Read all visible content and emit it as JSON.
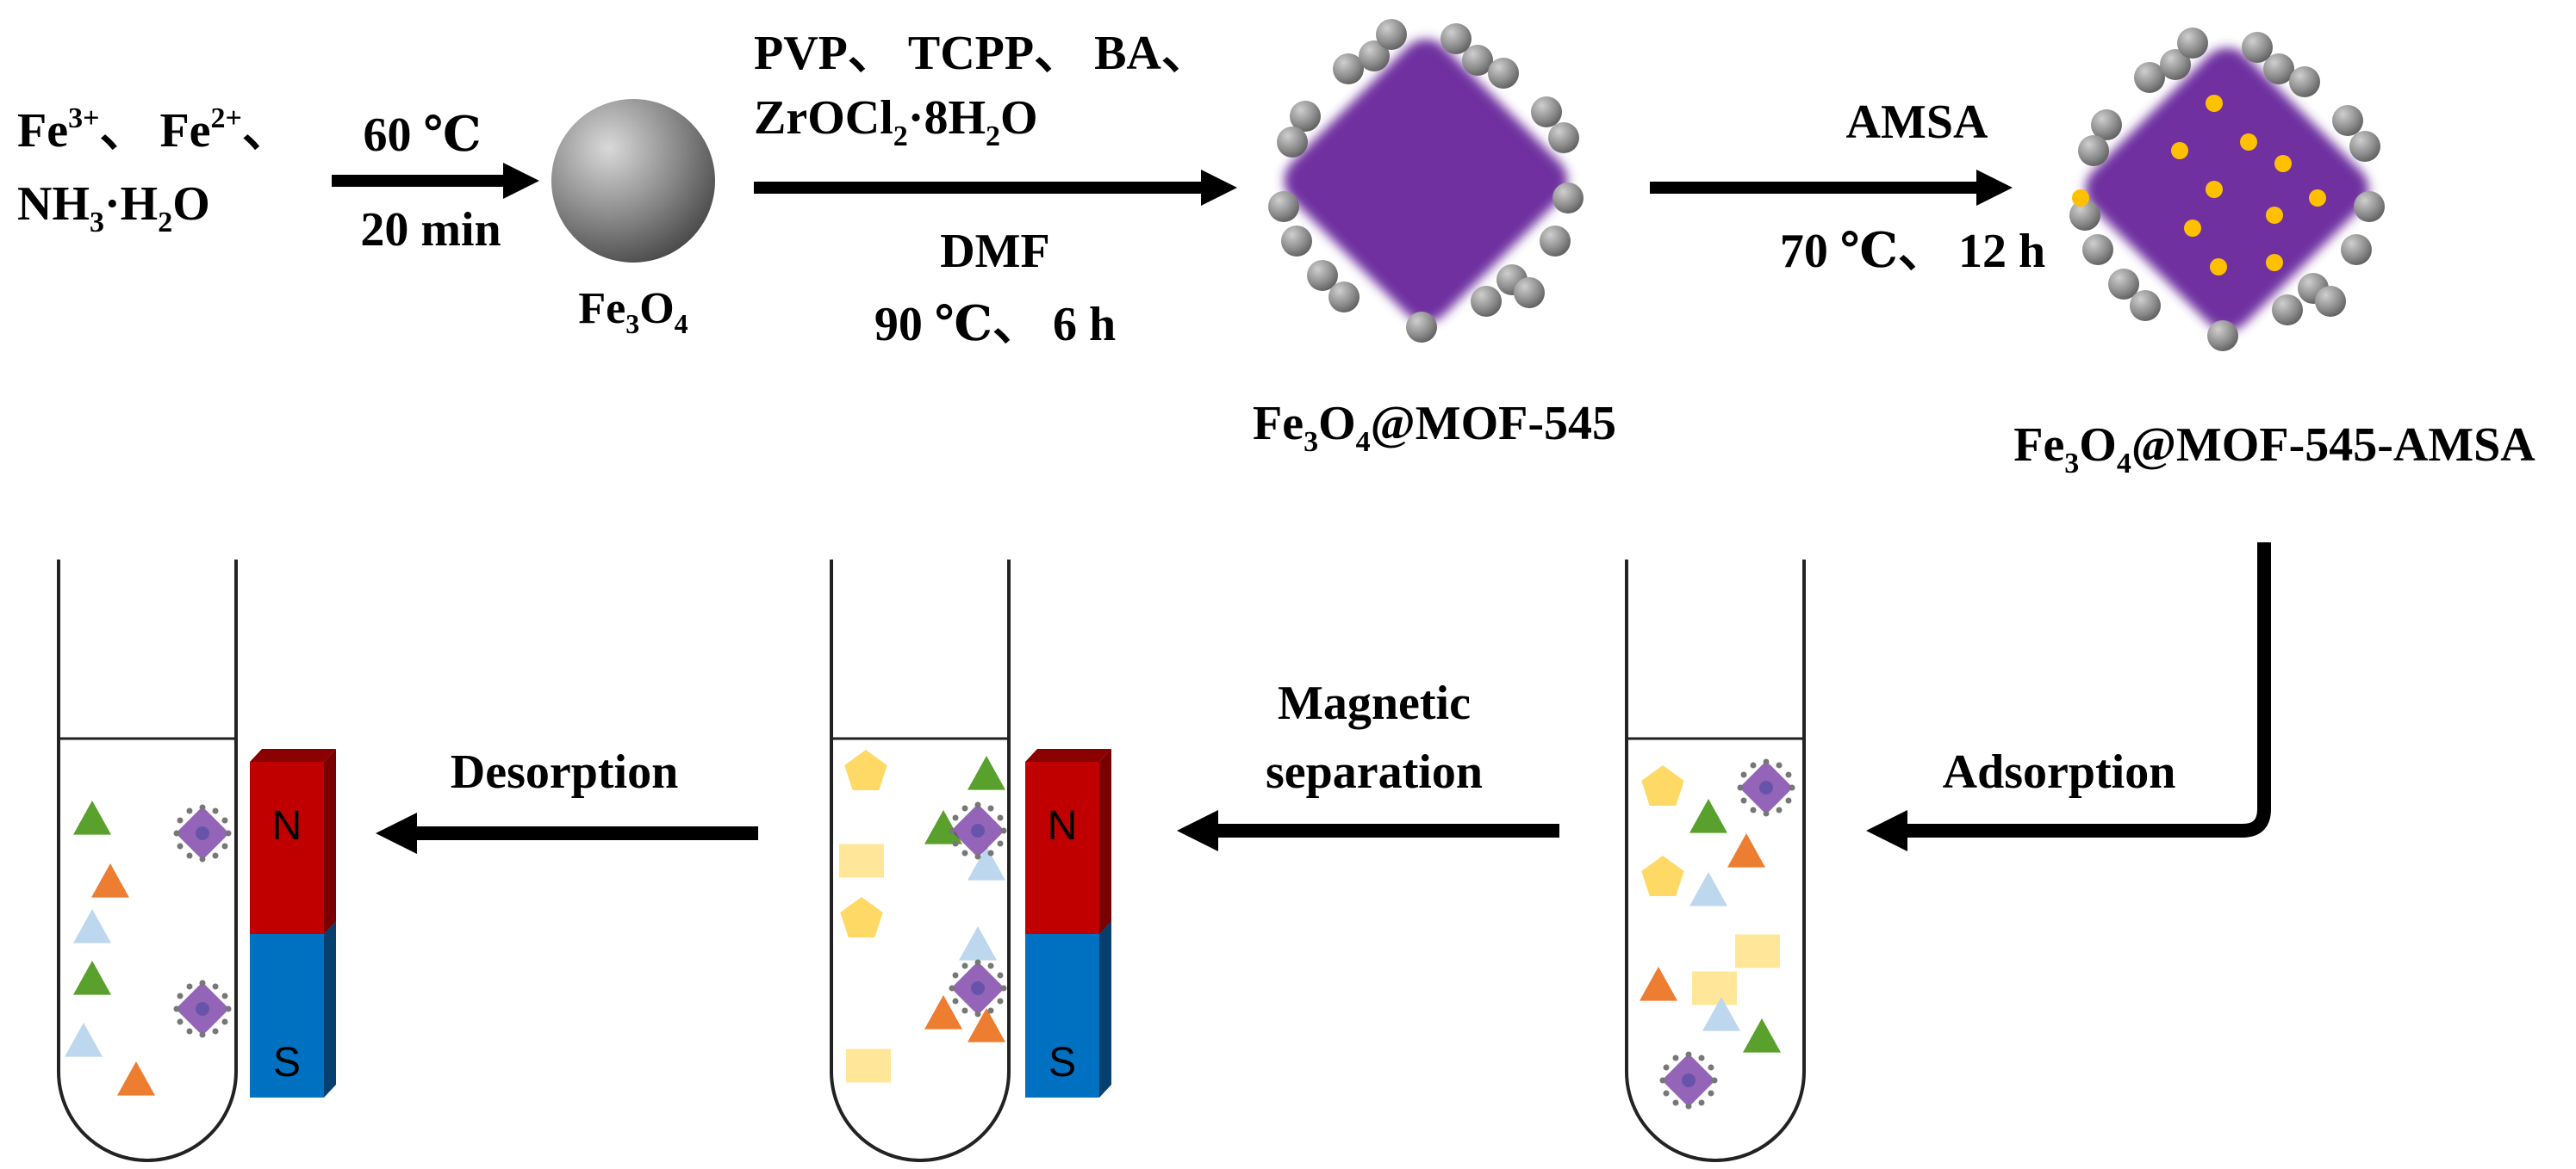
{
  "step1": {
    "reagent_line1": [
      "Fe",
      "3+",
      "、 Fe",
      "2+",
      "、"
    ],
    "reagent_line2": [
      "NH",
      "3",
      "·H",
      "2",
      "O"
    ],
    "temp": "60 ℃",
    "time": "20 min"
  },
  "fe3o4_label": [
    "Fe",
    "3",
    "O",
    "4"
  ],
  "step2": {
    "line1": "PVP、 TCPP、 BA、",
    "line2": [
      "ZrOCl",
      "2",
      "·8H",
      "2",
      "O"
    ],
    "solvent": "DMF",
    "conditions": "90 ℃、 6 h"
  },
  "mof_label": [
    "Fe",
    "3",
    "O",
    "4",
    "@MOF-545"
  ],
  "step3": {
    "reagent": "AMSA",
    "conditions": "70 ℃、 12 h"
  },
  "mof_amsa_label": [
    "Fe",
    "3",
    "O",
    "4",
    "@MOF-545-AMSA"
  ],
  "adsorption_label": "Adsorption",
  "magnetic_label_line1": "Magnetic",
  "magnetic_label_line2": "separation",
  "desorption_label": "Desorption",
  "magnet": {
    "north": "N",
    "south": "S"
  },
  "colors": {
    "mof_purple": "#7030a0",
    "sphere_gray": "#8c8c8c",
    "amsa_dot": "#ffc000",
    "triangle_green": "#5aa02c",
    "triangle_orange": "#ed7d31",
    "triangle_blue": "#bdd7ee",
    "pentagon_yellow": "#ffd966",
    "square_yellow": "#ffe699",
    "magnet_red": "#c00000",
    "magnet_blue": "#0070c0"
  }
}
